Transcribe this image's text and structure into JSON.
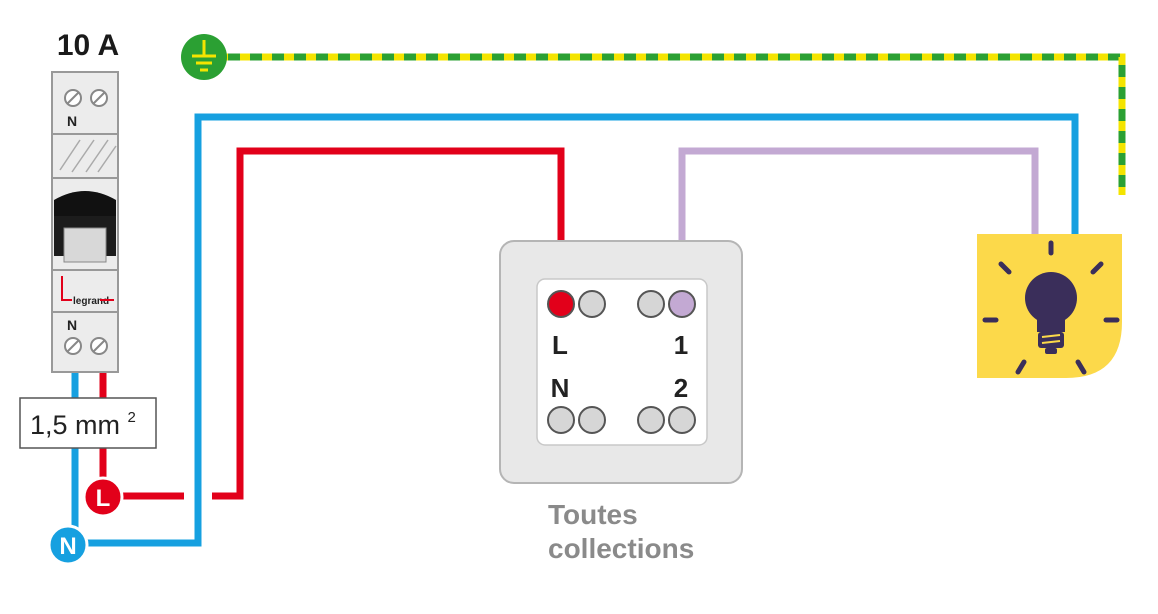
{
  "breaker": {
    "rating": "10 A",
    "top_terminal_label": "N",
    "bottom_terminal_label": "N",
    "brand": "legrand"
  },
  "cable": {
    "section_value": "1,5 mm",
    "section_exponent": "2"
  },
  "supply": {
    "phase_label": "L",
    "neutral_label": "N"
  },
  "switch": {
    "terminal_l": "L",
    "terminal_n": "N",
    "terminal_1": "1",
    "terminal_2": "2",
    "caption_line1": "Toutes",
    "caption_line2": "collections"
  },
  "colors": {
    "phase": "#e2001a",
    "neutral": "#16a0e0",
    "earth_green": "#2ba033",
    "earth_yellow": "#f4e400",
    "switched": "#c3a9d3",
    "lamp_background": "#fcd94a",
    "bulb": "#3a2e5a",
    "switch_plate": "#e8e8e8",
    "caption": "#8a8a8a"
  },
  "icons": {
    "earth": "earth-ground-icon",
    "lamp": "light-bulb-icon"
  }
}
